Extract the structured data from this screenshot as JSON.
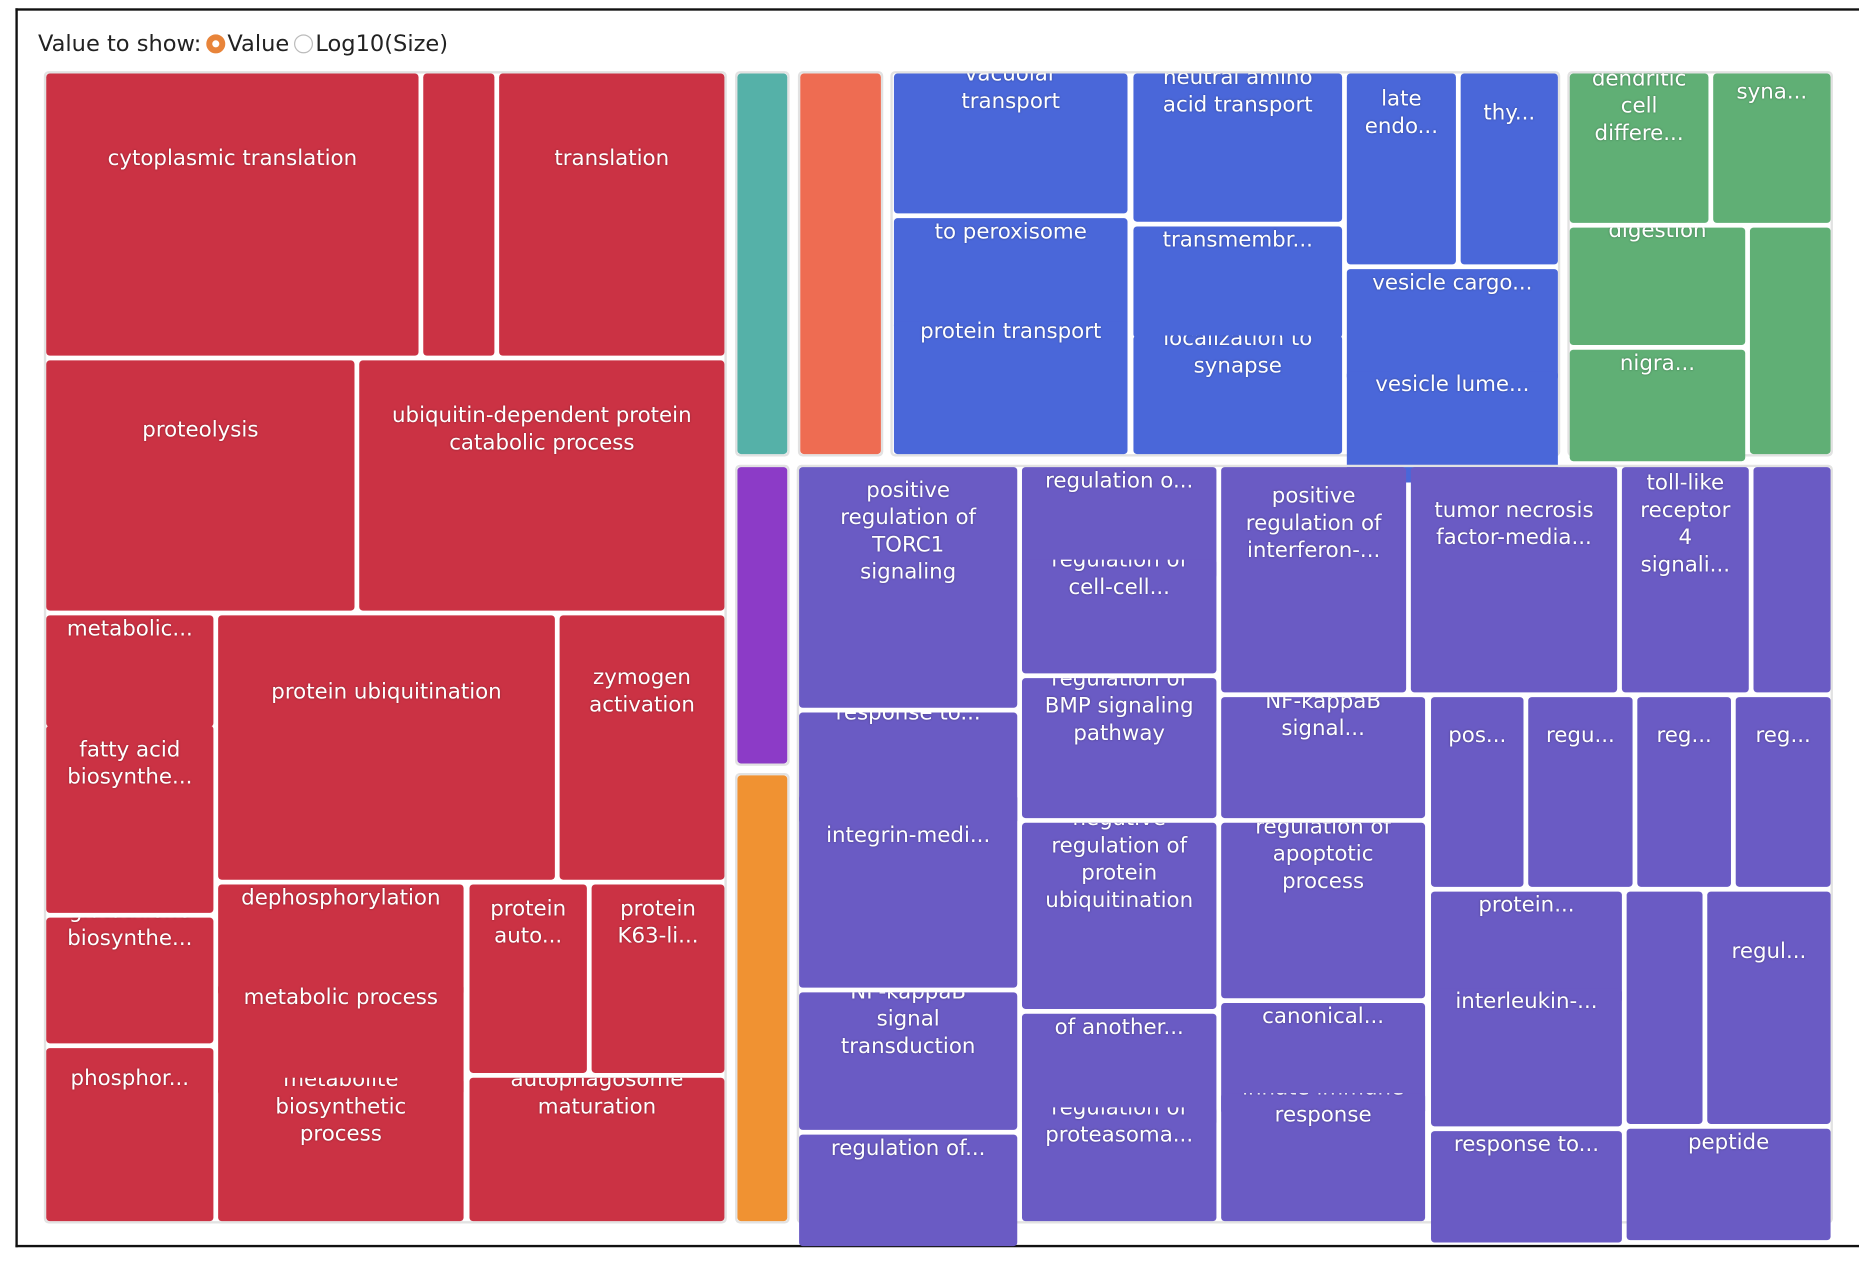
{
  "controls": {
    "label": "Value to show:",
    "options": [
      "Value",
      "Log10(Size)"
    ],
    "selected": "Value"
  },
  "colors": {
    "red": "#cb3244",
    "teal": "#55b1a8",
    "salmon": "#ee6c52",
    "violet": "#8c3bc7",
    "orange": "#f09232",
    "blue": "#4a67d9",
    "green": "#60af75",
    "slate": "#6a5bc4"
  },
  "chart_data": {
    "type": "treemap",
    "value_mode": "Value",
    "groups": [
      {
        "color": "red",
        "tiles": [
          "cytoplasmic translation",
          "",
          "translation",
          "proteolysis",
          "ubiquitin-dependent protein\ncatabolic process",
          "glutamine\nmetabolic...",
          "fatty acid\nbiosynthe...",
          "glutathione\nbiosynthe...",
          "phosphor...",
          "protein ubiquitination",
          "zymogen\nactivation",
          "peptidyl-tyrosine\ndephosphorylation",
          "linoleic acid\nmetabolic process",
          "protein\nauto...",
          "protein\nK63-li...",
          "secondary\nmetabolite\nbiosynthetic\nprocess",
          "autophagosome\nmaturation"
        ]
      },
      {
        "color": "teal",
        "tiles": [
          ""
        ]
      },
      {
        "color": "salmon",
        "tiles": [
          ""
        ]
      },
      {
        "color": "violet",
        "tiles": [
          ""
        ]
      },
      {
        "color": "orange",
        "tiles": [
          ""
        ]
      },
      {
        "color": "blue",
        "tiles": [
          "vacuolar\ntransport",
          "protein targeting\nto peroxisome",
          "protein transport",
          "neutral amino\nacid transport",
          "creatine\ntransmembr...",
          "protein\nlocalization to\nsynapse",
          "late\nendo...",
          "thy...",
          "COPII-coated\nvesicle cargo...",
          "synaptic\nvesicle lume..."
        ]
      },
      {
        "color": "green",
        "tiles": [
          "myeloid\ndendritic\ncell\ndiffere...",
          "syna...",
          "digestion",
          "substantia\nnigra...",
          ""
        ]
      },
      {
        "color": "slate",
        "tiles": [
          "positive\nregulation of\nTORC1\nsignaling",
          "response to...",
          "integrin-medi...",
          "canonical\nNF-kappaB\nsignal\ntransduction",
          "negative\nregulation of...",
          "positive\nregulation o...",
          "positive\nregulation of\ncell-cell...",
          "positive\nregulation of\nBMP signaling\npathway",
          "negative\nregulation of\nprotein\nubiquitination",
          "killing of cells\nof another...",
          "positive\nregulation of\nproteasoma...",
          "positive\nregulation of\ninterferon-...",
          "non-canonical\nNF-kappaB\nsignal...",
          "regulation of\napoptotic\nprocess",
          "regulation of\ncanonical...",
          "innate immune\nresponse",
          "tumor necrosis\nfactor-media...",
          "toll-like\nreceptor\n4\nsignali...",
          "",
          "pos...",
          "regu...",
          "reg...",
          "reg...",
          "regulation of\nprotein...",
          "interleukin-...",
          "cellular\nresponse to...",
          "",
          "regul...",
          "response to\npeptide"
        ]
      }
    ]
  }
}
